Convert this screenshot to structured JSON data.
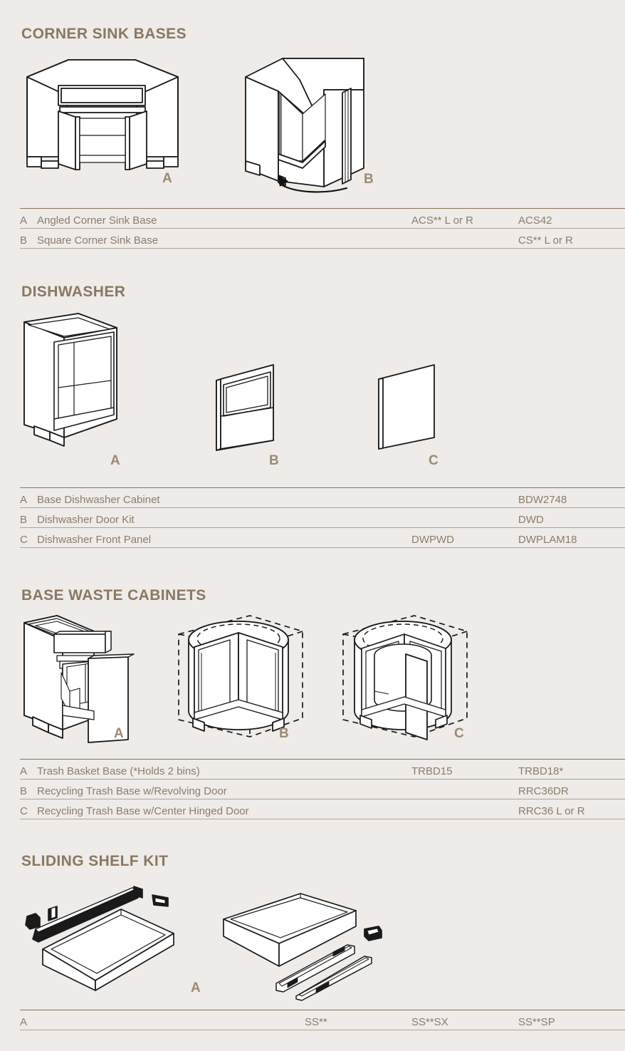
{
  "page": {
    "background_color": "#eeebe8",
    "heading_color": "#8a7861",
    "text_color": "#8d7c6b",
    "rule_color": "#b4a393"
  },
  "sections": [
    {
      "id": "corner-sink-bases",
      "title": "CORNER SINK BASES",
      "figures": [
        {
          "tag": "A",
          "name": "angled-corner-sink-base-illustration"
        },
        {
          "tag": "B",
          "name": "square-corner-sink-base-illustration"
        }
      ],
      "rows": [
        {
          "letter": "A",
          "description": "Angled Corner Sink Base",
          "code1": "",
          "code2": "ACS** L or R",
          "code3": "ACS42"
        },
        {
          "letter": "B",
          "description": "Square Corner Sink Base",
          "code1": "",
          "code2": "",
          "code3": "CS** L or R"
        }
      ]
    },
    {
      "id": "dishwasher",
      "title": "DISHWASHER",
      "figures": [
        {
          "tag": "A",
          "name": "base-dishwasher-cabinet-illustration"
        },
        {
          "tag": "B",
          "name": "dishwasher-door-kit-illustration"
        },
        {
          "tag": "C",
          "name": "dishwasher-front-panel-illustration"
        }
      ],
      "rows": [
        {
          "letter": "A",
          "description": "Base Dishwasher Cabinet",
          "code1": "",
          "code2": "",
          "code3": "BDW2748"
        },
        {
          "letter": "B",
          "description": "Dishwasher Door Kit",
          "code1": "",
          "code2": "",
          "code3": "DWD"
        },
        {
          "letter": "C",
          "description": "Dishwasher Front Panel",
          "code1": "",
          "code2": "DWPWD",
          "code3": "DWPLAM18"
        }
      ]
    },
    {
      "id": "base-waste-cabinets",
      "title": "BASE WASTE CABINETS",
      "figures": [
        {
          "tag": "A",
          "name": "trash-basket-base-illustration"
        },
        {
          "tag": "B",
          "name": "recycling-trash-base-revolving-door-illustration"
        },
        {
          "tag": "C",
          "name": "recycling-trash-base-center-hinged-door-illustration"
        }
      ],
      "rows": [
        {
          "letter": "A",
          "description": "Trash Basket Base (*Holds 2 bins)",
          "code1": "",
          "code2": "TRBD15",
          "code3": "TRBD18*"
        },
        {
          "letter": "B",
          "description": "Recycling Trash Base w/Revolving Door",
          "code1": "",
          "code2": "",
          "code3": "RRC36DR"
        },
        {
          "letter": "C",
          "description": "Recycling Trash Base w/Center Hinged Door",
          "code1": "",
          "code2": "",
          "code3": "RRC36 L or R"
        }
      ]
    },
    {
      "id": "sliding-shelf-kit",
      "title": "SLIDING SHELF KIT",
      "figures": [
        {
          "tag": "A",
          "name": "sliding-shelf-kit-illustration"
        }
      ],
      "rows": [
        {
          "letter": "A",
          "description": "",
          "code1": "SS**",
          "code2": "SS**SX",
          "code3": "SS**SP"
        }
      ]
    }
  ]
}
